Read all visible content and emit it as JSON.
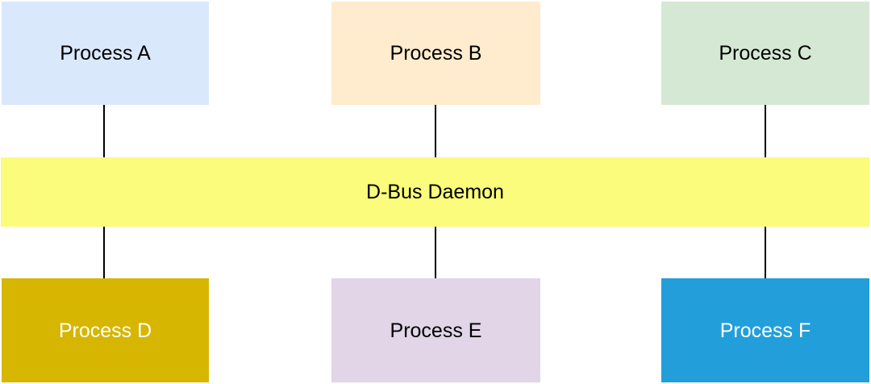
{
  "diagram": {
    "background_color": "#ffffff",
    "connector_color": "#000000",
    "bus": {
      "label": "D-Bus Daemon",
      "color": "#fbfb7c",
      "text_color": "#000000"
    },
    "top_nodes": [
      {
        "label": "Process A",
        "color": "#dae8fc",
        "text_color": "#000000"
      },
      {
        "label": "Process B",
        "color": "#ffebcd",
        "text_color": "#000000"
      },
      {
        "label": "Process C",
        "color": "#d5e8d4",
        "text_color": "#000000"
      }
    ],
    "bottom_nodes": [
      {
        "label": "Process D",
        "color": "#d6b600",
        "text_color": "#ffffff"
      },
      {
        "label": "Process E",
        "color": "#e1d5e7",
        "text_color": "#000000"
      },
      {
        "label": "Process F",
        "color": "#229fda",
        "text_color": "#ffffff"
      }
    ],
    "connections": [
      {
        "from": "Process A",
        "to": "D-Bus Daemon"
      },
      {
        "from": "Process B",
        "to": "D-Bus Daemon"
      },
      {
        "from": "Process C",
        "to": "D-Bus Daemon"
      },
      {
        "from": "D-Bus Daemon",
        "to": "Process D"
      },
      {
        "from": "D-Bus Daemon",
        "to": "Process E"
      },
      {
        "from": "D-Bus Daemon",
        "to": "Process F"
      }
    ]
  }
}
